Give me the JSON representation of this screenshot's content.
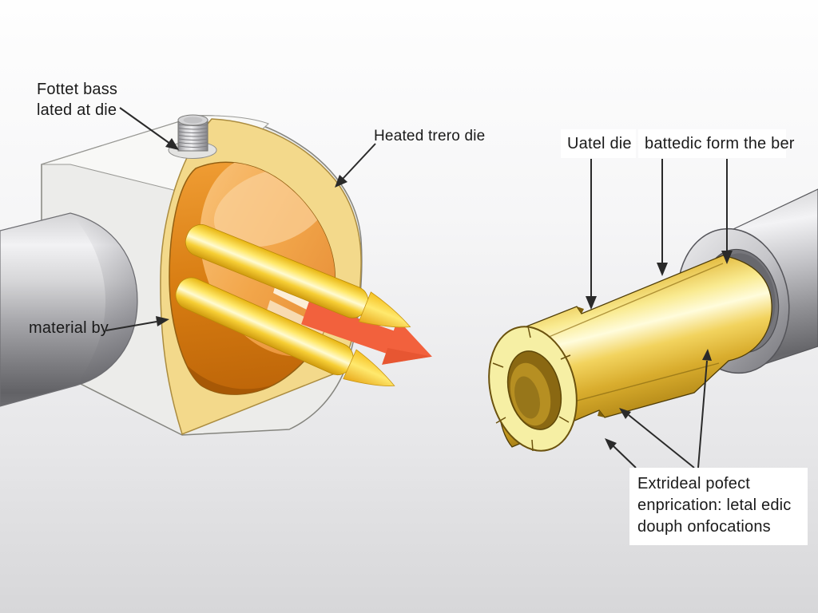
{
  "labels": {
    "punch": {
      "line1": "Fottet bass",
      "line2": "lated at die"
    },
    "heated_die": {
      "text": "Heated trero die"
    },
    "outer_die": {
      "text": "Uatel die"
    },
    "chamber": {
      "text": "battedic form the ber"
    },
    "material": {
      "text": "material by"
    },
    "extruded_product": {
      "line1": "Extrideal pofect",
      "line2": "enprication: letal edic",
      "line3": "douph onfocations"
    }
  },
  "colors": {
    "background_top": "#fefefe",
    "background_bottom": "#d7d7d9",
    "die_block_white": "#ececea",
    "cut_face_cream": "#f3d98b",
    "die_interior_orange": "#d87d12",
    "extruded_rod_yellow": "#ffe86a",
    "flow_arrow_red": "#f2613d",
    "metal_gray": "#a8a8ac",
    "profile_gold": "#e5be44",
    "label_text": "#1a1a1a",
    "label_box": "#ffffff",
    "leader_line": "#2a2a2a"
  }
}
